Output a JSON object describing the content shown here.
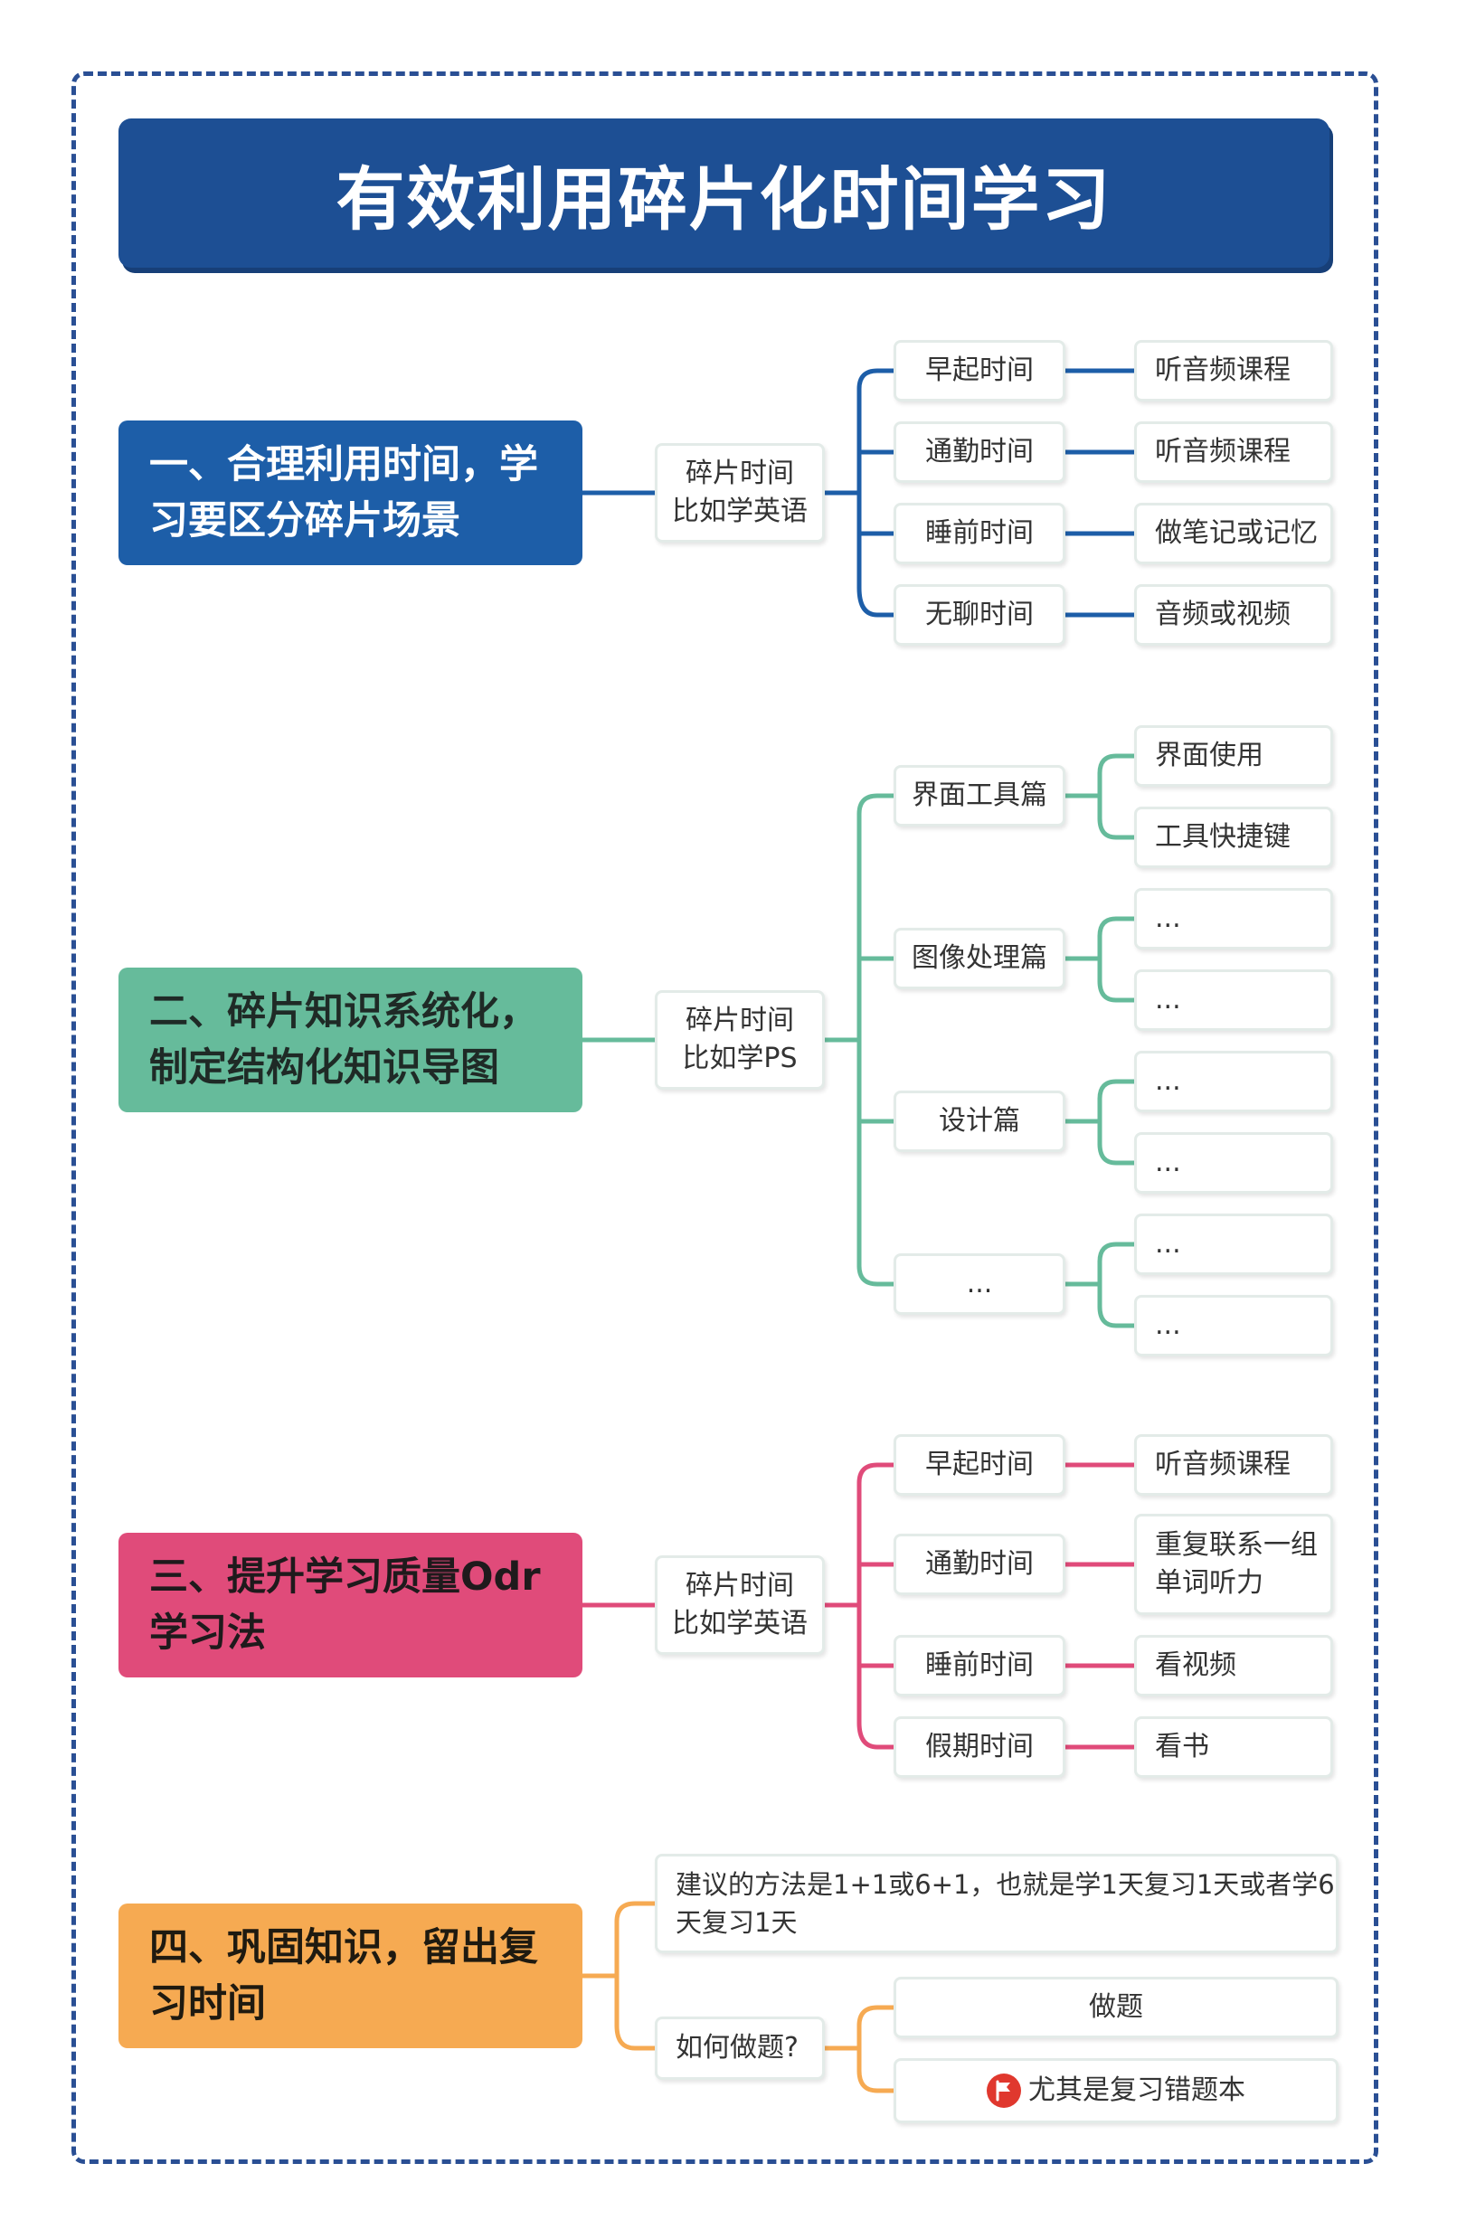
{
  "title": "有效利用碎片化时间学习",
  "colors": {
    "frame": "#2a4f94",
    "title_bg": "#1d4f94",
    "branch1": "#1d5ea8",
    "branch2": "#66bb9b",
    "branch3": "#e04b7a",
    "branch4": "#f6aa52"
  },
  "branches": [
    {
      "label": "一、合理利用时间，学习要区分碎片场景",
      "line1": "一、合理利用时间，学",
      "line2": "习要区分碎片场景",
      "mid": {
        "line1": "碎片时间",
        "line2": "比如学英语"
      },
      "children": [
        {
          "label": "早起时间",
          "leaves": [
            "听音频课程"
          ]
        },
        {
          "label": "通勤时间",
          "leaves": [
            "听音频课程"
          ]
        },
        {
          "label": "睡前时间",
          "leaves": [
            "做笔记或记忆"
          ]
        },
        {
          "label": "无聊时间",
          "leaves": [
            "音频或视频"
          ]
        }
      ]
    },
    {
      "label": "二、碎片知识系统化，制定结构化知识导图",
      "line1": "二、碎片知识系统化，",
      "line2": "制定结构化知识导图",
      "mid": {
        "line1": "碎片时间",
        "line2": "比如学PS"
      },
      "children": [
        {
          "label": "界面工具篇",
          "leaves": [
            "界面使用",
            "工具快捷键"
          ]
        },
        {
          "label": "图像处理篇",
          "leaves": [
            "...",
            "..."
          ]
        },
        {
          "label": "设计篇",
          "leaves": [
            "...",
            "..."
          ]
        },
        {
          "label": "...",
          "leaves": [
            "...",
            "..."
          ]
        }
      ]
    },
    {
      "label": "三、提升学习质量Odr学习法",
      "line1": "三、提升学习质量Odr",
      "line2": "学习法",
      "mid": {
        "line1": "碎片时间",
        "line2": "比如学英语"
      },
      "children": [
        {
          "label": "早起时间",
          "leaves": [
            "听音频课程"
          ]
        },
        {
          "label": "通勤时间",
          "leaves": [
            {
              "line1": "重复联系一组",
              "line2": "单词听力"
            }
          ]
        },
        {
          "label": "睡前时间",
          "leaves": [
            "看视频"
          ]
        },
        {
          "label": "假期时间",
          "leaves": [
            "看书"
          ]
        }
      ]
    },
    {
      "label": "四、巩固知识，留出复习时间",
      "line1": "四、巩固知识，留出复",
      "line2": "习时间",
      "note": {
        "line1": "建议的方法是1+1或6+1，也就是学1天复习1天或者学6",
        "line2": "天复习1天"
      },
      "mid": {
        "line1": "如何做题?"
      },
      "children": [
        {
          "label": "做题"
        },
        {
          "label": "尤其是复习错题本",
          "icon": "red-flag-icon"
        }
      ]
    }
  ]
}
